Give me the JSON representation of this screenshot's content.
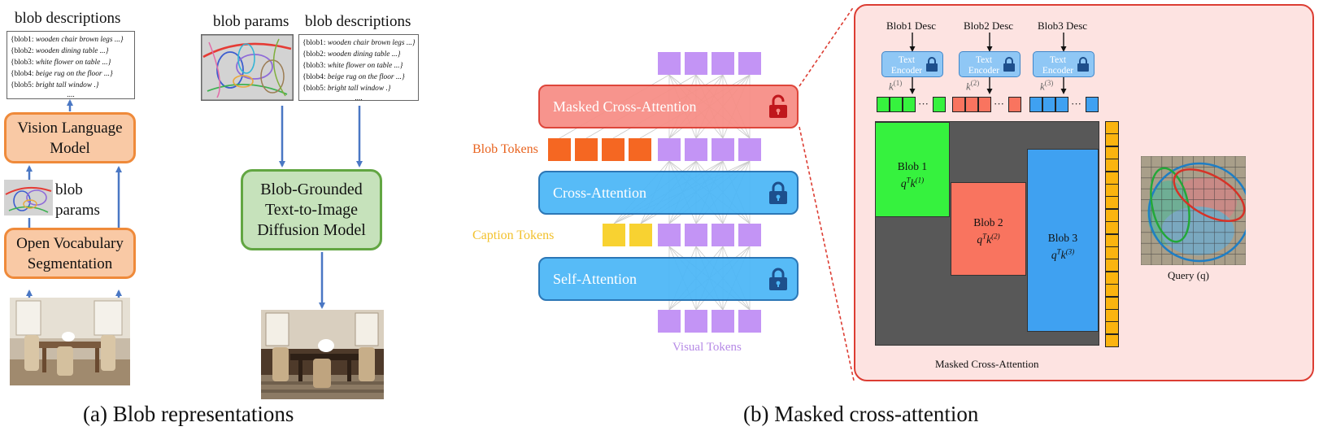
{
  "panel_a": {
    "title_left": "blob descriptions",
    "title_params": "blob params",
    "title_right": "blob descriptions",
    "desc_lines": [
      {
        "id": "{blob1:",
        "text": "wooden chair brown legs ...}"
      },
      {
        "id": "{blob2:",
        "text": "wooden dining table ...}"
      },
      {
        "id": "{blob3:",
        "text": "white flower on table ...}"
      },
      {
        "id": "{blob4:",
        "text": "beige rug on the floor ...}"
      },
      {
        "id": "{blob5:",
        "text": "bright tall window .}"
      }
    ],
    "desc_dots": "....",
    "vlm_label": "Vision Language Model",
    "vlm_line1": "Vision Language",
    "vlm_line2": "Model",
    "seg_line1": "Open Vocabulary",
    "seg_line2": "Segmentation",
    "blob_params_line1": "blob",
    "blob_params_line2": "params",
    "diff_line1": "Blob-Grounded",
    "diff_line2": "Text-to-Image",
    "diff_line3": "Diffusion Model",
    "caption": "(a) Blob representations"
  },
  "panel_b": {
    "masked_ca": "Masked Cross-Attention",
    "cross_attn": "Cross-Attention",
    "self_attn": "Self-Attention",
    "blob_tokens": "Blob Tokens",
    "caption_tokens": "Caption Tokens",
    "visual_tokens": "Visual Tokens",
    "caption": "(b) Masked cross-attention"
  },
  "zoom": {
    "desc1": "Blob1 Desc",
    "desc2": "Blob2 Desc",
    "desc3": "Blob3 Desc",
    "enc_line1": "Text",
    "enc_line2": "Encoder",
    "blob1": "Blob 1",
    "blob2": "Blob 2",
    "blob3": "Blob 3",
    "k1": "1",
    "k2": "2",
    "k3": "3",
    "query_label": "Query (q)",
    "bottom_label": "Masked Cross-Attention",
    "ellipsis": "···"
  },
  "colors": {
    "orange_fill": "#f9c9a5",
    "orange_border": "#ef8a3a",
    "green_fill": "#c6e2bb",
    "green_border": "#62a642",
    "masked_fill": "#f78e86",
    "masked_border": "#dd3b2f",
    "blue_fill": "#4db7f7",
    "blue_border": "#1f6fb2",
    "visual_token": "#c394f5",
    "blob_token": "#f56722",
    "caption_token": "#f8d231",
    "zoom_bg": "#fde3e1",
    "zoom_border": "#dc3d33",
    "arrow": "#4a77c4",
    "blob1_green": "#36f23e",
    "blob2_red": "#f9745f",
    "blob3_blue": "#3fa1f1",
    "query_column": "#fbb40f",
    "matrix_bg": "#585858"
  },
  "icons": [
    "lock-icon",
    "unlock-icon",
    "photo-icon",
    "blob-params-icon"
  ]
}
